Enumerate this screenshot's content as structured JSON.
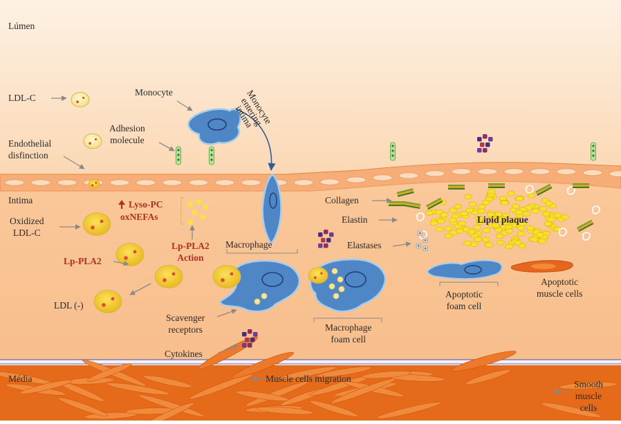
{
  "regions": {
    "lumen": "Lúmen",
    "intima": "Intima",
    "media": "Média"
  },
  "labels": {
    "ldl_c": "LDL-C",
    "monocyte": "Monocyte",
    "monocyte_entering": [
      "Monocyte",
      "entering",
      "intima"
    ],
    "adhesion": [
      "Adhesion",
      "molecule"
    ],
    "endothelial": [
      "Endothelial",
      "disfinction"
    ],
    "oxidized": [
      "Oxidized",
      "LDL-C"
    ],
    "lyso_pc": "Lyso-PC",
    "oxnefas": "oxNEFAs",
    "lp_pla2_action": [
      "Lp-PLA2",
      "Action"
    ],
    "lp_pla2": "Lp-PLA2",
    "macrophage": "Macrophage",
    "ldl_neg": "LDL (-)",
    "scavenger": [
      "Scavenger",
      "receptors"
    ],
    "cytokines": "Cytokines",
    "macrophage_foam": [
      "Macrophage",
      "foam cell"
    ],
    "collagen": "Collagen",
    "elastin": "Elastin",
    "elastases": "Elastases",
    "lipid_plaque": "Lipid plaque",
    "apoptotic_foam": [
      "Apoptotic",
      "foam cell"
    ],
    "apoptotic_muscle": [
      "Apoptotic",
      "muscle cells"
    ],
    "muscle_migration": "Muscle cells migration",
    "smooth_muscle": [
      "Smooth",
      "muscle",
      "cells"
    ]
  },
  "colors": {
    "lumen_top": "#fdf0e2",
    "lumen_bottom": "#fbd9b6",
    "endothelium": "#f7b27d",
    "intima": "#f9c392",
    "media": "#e96d1c",
    "cell_fill": "#4f86c6",
    "cell_edge": "#9cc6ea",
    "lipid": "#f7e33a",
    "red_text": "#b03024"
  }
}
